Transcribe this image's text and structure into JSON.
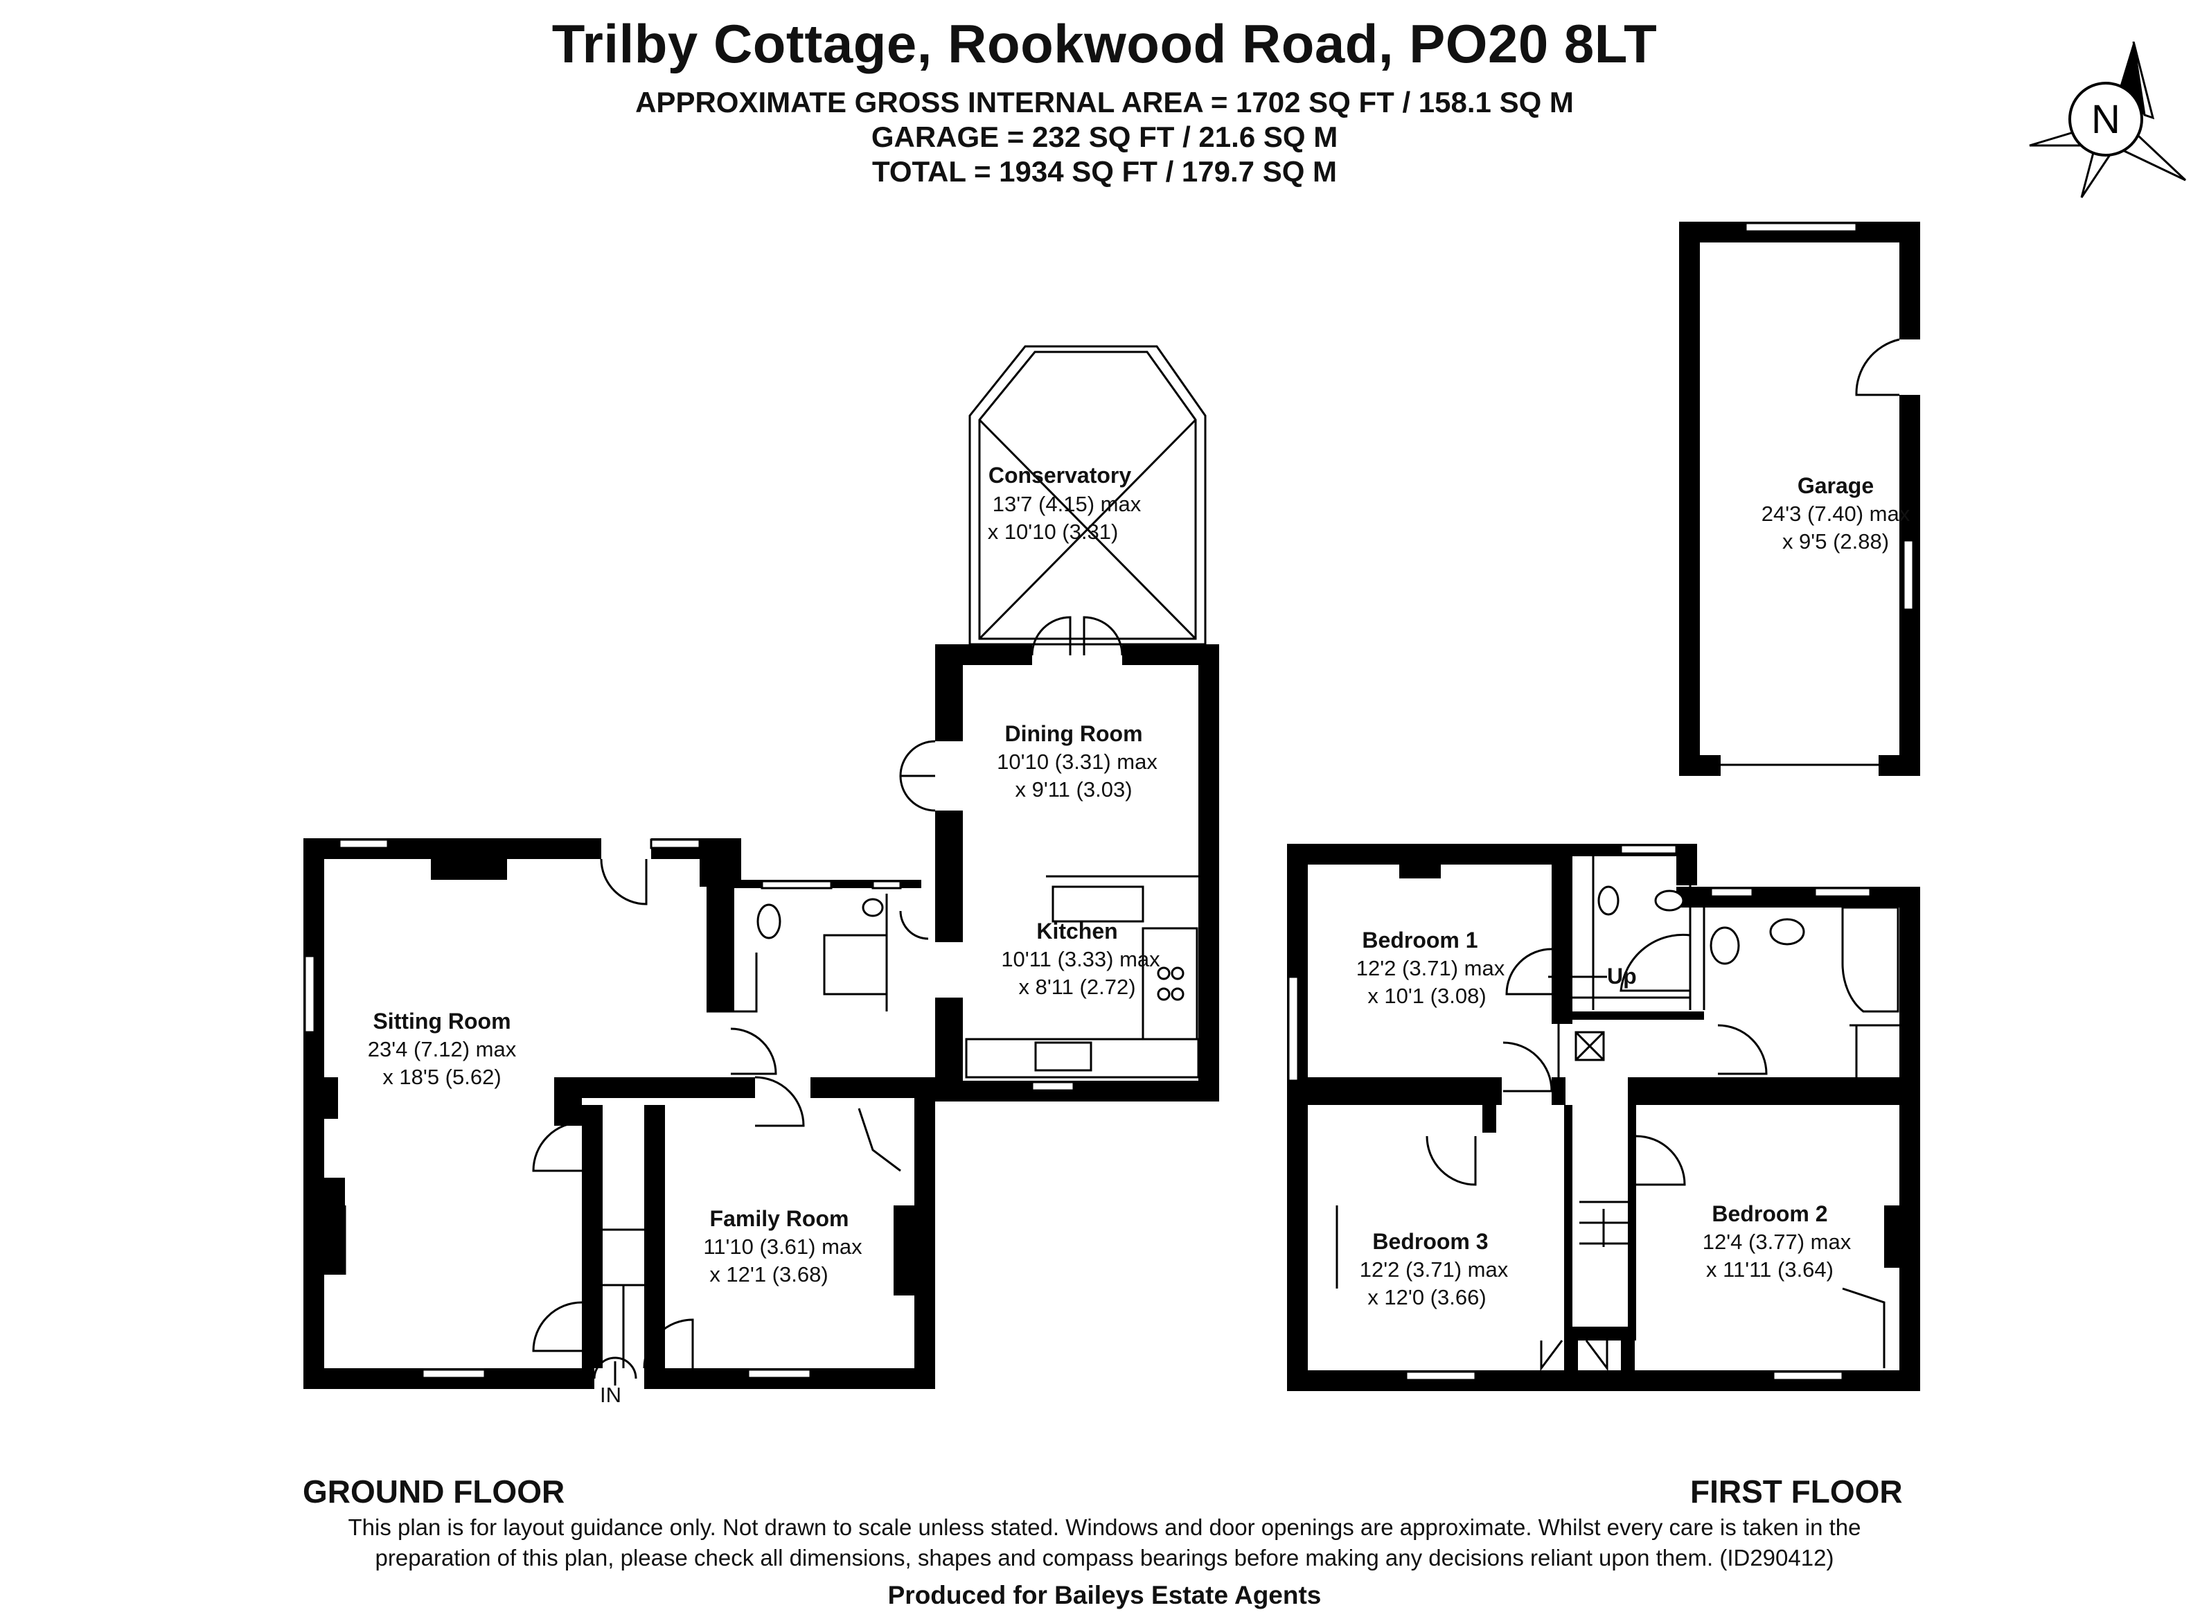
{
  "header": {
    "title": "Trilby Cottage, Rookwood Road, PO20 8LT",
    "area_line_1": "APPROXIMATE GROSS INTERNAL AREA = 1702 SQ FT / 158.1 SQ M",
    "area_line_2": "GARAGE = 232 SQ FT / 21.6 SQ M",
    "area_line_3": "TOTAL = 1934 SQ FT / 179.7 SQ M"
  },
  "compass": {
    "letter": "N",
    "icon": "compass-north-icon"
  },
  "ground_floor": {
    "label": "GROUND FLOOR",
    "entrance_label": "IN",
    "rooms": [
      {
        "name": "Conservatory",
        "dim1": "13'7 (4.15) max",
        "dim2": "x 10'10 (3.31)"
      },
      {
        "name": "Dining Room",
        "dim1": "10'10 (3.31) max",
        "dim2": "x 9'11 (3.03)"
      },
      {
        "name": "Kitchen",
        "dim1": "10'11 (3.33) max",
        "dim2": "x 8'11 (2.72)"
      },
      {
        "name": "Sitting Room",
        "dim1": "23'4 (7.12) max",
        "dim2": "x 18'5 (5.62)"
      },
      {
        "name": "Family Room",
        "dim1": "11'10 (3.61) max",
        "dim2": "x 12'1 (3.68)"
      }
    ]
  },
  "garage": {
    "name": "Garage",
    "dim1": "24'3 (7.40) max",
    "dim2": "x 9'5 (2.88)"
  },
  "first_floor": {
    "label": "FIRST FLOOR",
    "stairs_label": "Up",
    "rooms": [
      {
        "name": "Bedroom 1",
        "dim1": "12'2 (3.71) max",
        "dim2": "x 10'1 (3.08)"
      },
      {
        "name": "Bedroom 3",
        "dim1": "12'2 (3.71) max",
        "dim2": "x 12'0 (3.66)"
      },
      {
        "name": "Bedroom 2",
        "dim1": "12'4 (3.77) max",
        "dim2": "x 11'11 (3.64)"
      }
    ]
  },
  "footer": {
    "disclaimer_1": "This plan is for layout guidance only. Not drawn to scale unless stated. Windows and door openings are approximate. Whilst every care is taken in the",
    "disclaimer_2": "preparation of this plan, please check all dimensions, shapes and compass bearings before making any decisions reliant upon them. (ID290412)",
    "produced_for": "Produced for Baileys Estate Agents"
  }
}
